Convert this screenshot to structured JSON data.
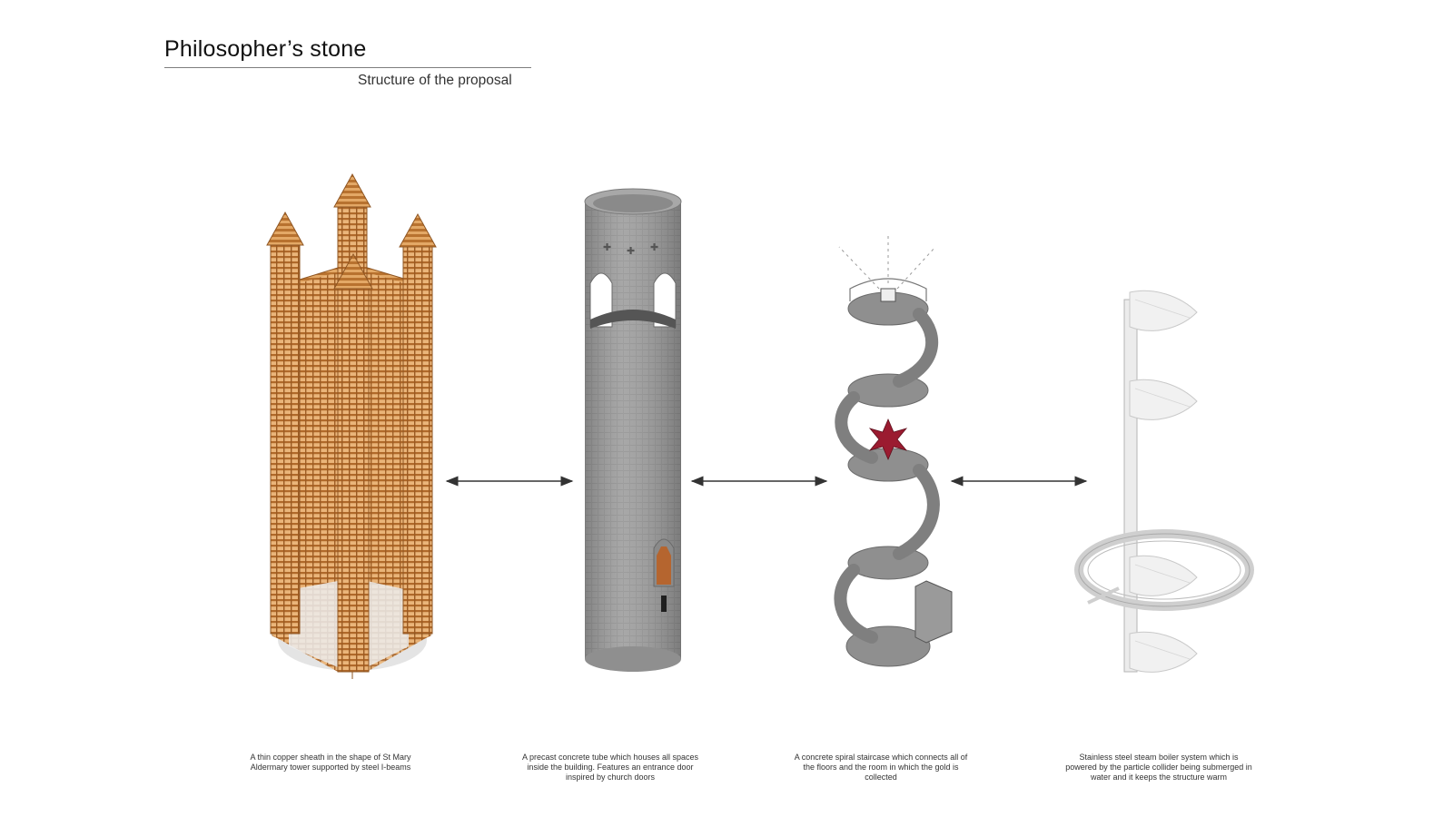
{
  "header": {
    "title": "Philosopher’s stone",
    "subtitle": "Structure of the proposal"
  },
  "components": [
    {
      "caption": "A thin copper sheath in the shape of St Mary Aldermary tower supported by steel I-beams",
      "material_color": "#c9883f"
    },
    {
      "caption": "A precast concrete tube which houses all spaces inside the building. Features an entrance door inspired by church doors",
      "material_color": "#9c9c9c"
    },
    {
      "caption": "A concrete spiral staircase which connects all of the floors and the room in which the gold is collected",
      "material_color": "#8a8a8a"
    },
    {
      "caption": "Stainless steel steam boiler system which is powered by the particle collider being submerged in water and it keeps the structure warm",
      "material_color": "#e6e6e6"
    }
  ],
  "connectors": [
    "double-arrow",
    "double-arrow",
    "double-arrow"
  ],
  "colors": {
    "copper": "#c9883f",
    "copper_dark": "#8e5522",
    "concrete": "#9c9c9c",
    "concrete_dark": "#6f6f6f",
    "door": "#b5652f",
    "star": "#9b1b30",
    "steel": "#dcdcdc"
  }
}
